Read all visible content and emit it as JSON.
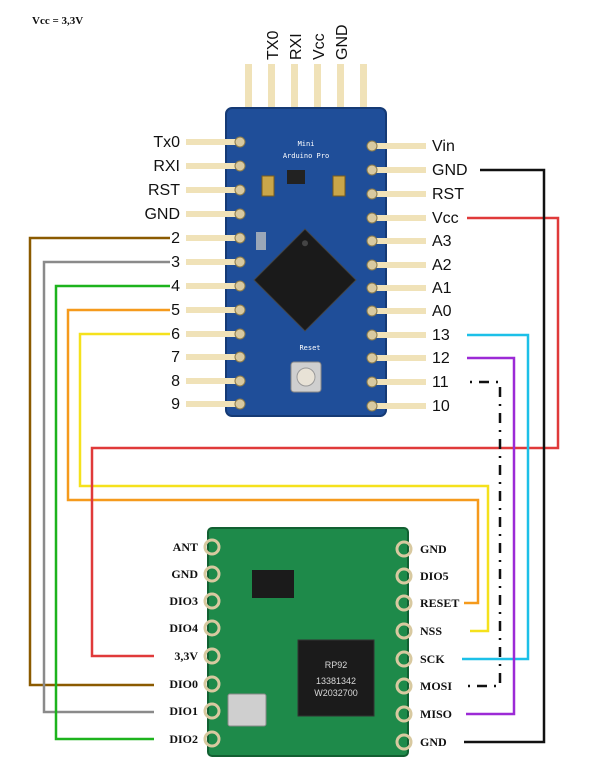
{
  "note": "Vcc = 3,3V",
  "arduino": {
    "name_line1": "Mini",
    "name_line2": "Arduino Pro",
    "reset_label": "Reset",
    "top_pins": [
      "TX0",
      "RXI",
      "Vcc",
      "GND"
    ],
    "left_pins": [
      "Tx0",
      "RXI",
      "RST",
      "GND",
      "2",
      "3",
      "4",
      "5",
      "6",
      "7",
      "8",
      "9"
    ],
    "right_pins": [
      "Vin",
      "GND",
      "RST",
      "Vcc",
      "A3",
      "A2",
      "A1",
      "A0",
      "13",
      "12",
      "11",
      "10"
    ]
  },
  "rfm": {
    "chip_line1": "RP92",
    "chip_line2": "13381342",
    "chip_line3": "W2032700",
    "left_pins": [
      "ANT",
      "GND",
      "DIO3",
      "DIO4",
      "3,3V",
      "DIO0",
      "DIO1",
      "DIO2"
    ],
    "right_pins": [
      "GND",
      "DIO5",
      "RESET",
      "NSS",
      "SCK",
      "MOSI",
      "MISO",
      "GND"
    ]
  },
  "wires": [
    {
      "from": "2",
      "to": "DIO0",
      "color": "#8B5A00"
    },
    {
      "from": "3",
      "to": "DIO1",
      "color": "#8a8a8a"
    },
    {
      "from": "4",
      "to": "DIO2",
      "color": "#1db31d"
    },
    {
      "from": "5",
      "to": "RESET",
      "color": "#f59a1c"
    },
    {
      "from": "6",
      "to": "NSS",
      "color": "#f5e11c"
    },
    {
      "from": "Vcc",
      "to": "3,3V",
      "color": "#e03a3a"
    },
    {
      "from": "GND",
      "to": "GND",
      "color": "#111111"
    },
    {
      "from": "13",
      "to": "SCK",
      "color": "#1cc0e8"
    },
    {
      "from": "12",
      "to": "MISO",
      "color": "#9c2ad6"
    },
    {
      "from": "11",
      "to": "MOSI",
      "color": "#111111",
      "style": "dash-dot"
    }
  ]
}
